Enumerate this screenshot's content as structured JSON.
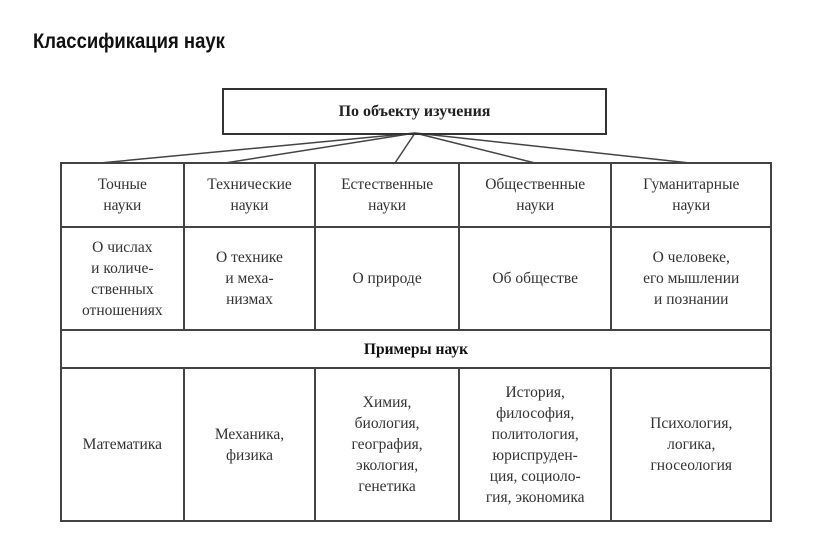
{
  "title": "Классификация наук",
  "root": "По объекту изучения",
  "categories": [
    {
      "name": "Точные\nнауки",
      "object": "О числах\nи количе-\nственных\nотношениях",
      "examples": "Математика"
    },
    {
      "name": "Технические\nнауки",
      "object": "О технике\nи меха-\nнизмах",
      "examples": "Механика,\nфизика"
    },
    {
      "name": "Естественные\nнауки",
      "object": "О природе",
      "examples": "Химия,\nбиология,\nгеография,\nэкология,\nгенетика"
    },
    {
      "name": "Общественные\nнауки",
      "object": "Об обществе",
      "examples": "История,\nфилософия,\nполитология,\nюриспруден-\nция, социоло-\nгия, экономика"
    },
    {
      "name": "Гуманитарные\nнауки",
      "object": "О человеке,\nего мышлении\nи познании",
      "examples": "Психология,\nлогика,\nгносеология"
    }
  ],
  "examples_header": "Примеры наук"
}
